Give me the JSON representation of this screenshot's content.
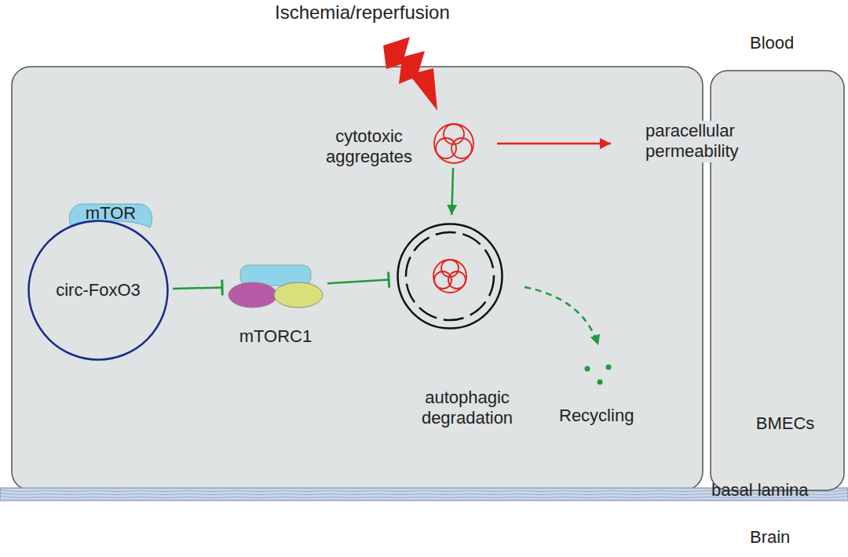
{
  "diagram": {
    "nodes": [
      {
        "text": [
          "mTOR"
        ]
      },
      {
        "text": [
          "circ-FoxO3"
        ]
      },
      {
        "text": [
          "mTORC1"
        ]
      },
      {
        "text": [
          "cytotoxic aggregates"
        ]
      },
      {
        "text": [
          "autophagic degradation"
        ]
      },
      {
        "text": [
          "BMECs"
        ]
      }
    ],
    "edges": [
      {
        "from": 1,
        "to": 2,
        "arrow": "to"
      },
      {
        "from": 2,
        "to": 4,
        "arrow": "to"
      },
      {
        "from": 3,
        "to": 4,
        "arrow": "to"
      }
    ],
    "labels": [
      "Ischemia/reperfusion",
      "Blood",
      "paracellular permeability",
      "Recycling",
      "basal lamina",
      "Brain"
    ]
  }
}
